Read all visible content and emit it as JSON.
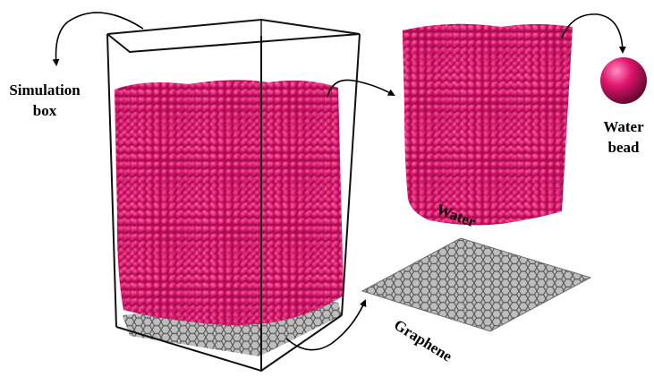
{
  "labels": {
    "simulation_box_line1": "Simulation",
    "simulation_box_line2": "box",
    "water": "Water",
    "water_bead_line1": "Water",
    "water_bead_line2": "bead",
    "graphene": "Graphene"
  },
  "colors": {
    "water_bead": "#e0156e",
    "water_bead_dark": "#7a0a3c",
    "water_bead_light": "#ff6fae",
    "graphene": "#8a8a8a",
    "graphene_dark": "#4a4a4a",
    "box_edge": "#111111",
    "arrow": "#000000"
  },
  "icons": [
    "curved-arrow-icon",
    "water-bead-sphere-icon"
  ]
}
